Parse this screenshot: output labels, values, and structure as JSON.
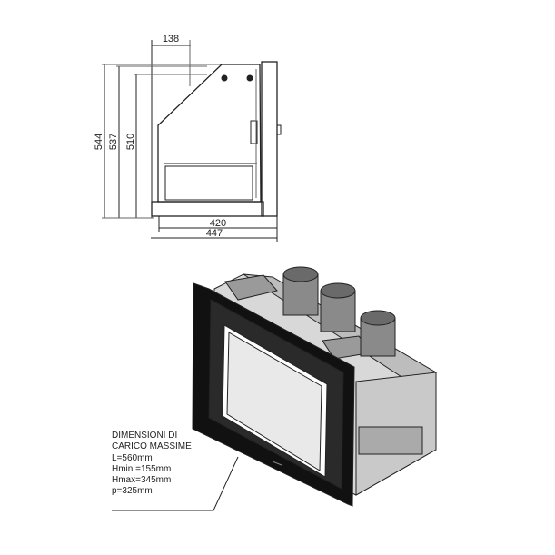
{
  "side_view": {
    "dimensions": {
      "depth_top": "138",
      "height_total": "544",
      "height_mid": "537",
      "height_low": "510",
      "width_inner": "420",
      "width_outer": "447"
    }
  },
  "note": {
    "lines": [
      "DIMENSIONI DI",
      "CARICO MASSIME",
      "L=560mm",
      "Hmin =155mm",
      "Hmax=345mm",
      "p=325mm"
    ]
  }
}
